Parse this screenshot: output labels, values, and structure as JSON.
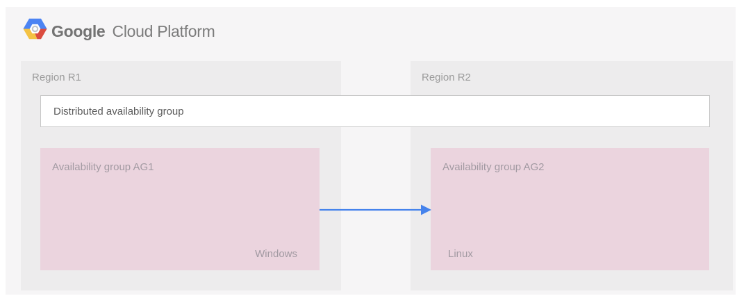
{
  "header": {
    "brand_primary": "Google",
    "brand_secondary": "Cloud Platform",
    "logo": "google-cloud-platform-hexagon-logo"
  },
  "diagram": {
    "regions": [
      {
        "label": "Region R1"
      },
      {
        "label": "Region R2"
      }
    ],
    "distributed_availability_group": {
      "label": "Distributed availability group"
    },
    "availability_groups": [
      {
        "label": "Availability group AG1",
        "os_label": "Windows"
      },
      {
        "label": "Availability group AG2",
        "os_label": "Linux"
      }
    ],
    "replication_arrow": {
      "from": "Availability group AG1",
      "to": "Availability group AG2",
      "direction": "left-to-right"
    }
  },
  "colors": {
    "canvas_background": "#f6f5f6",
    "region_background": "#edeced",
    "availability_group_background": "#ebd4de",
    "distributed_bar_border": "#c7c7c7",
    "arrow_blue": "#4583ec",
    "logo_blue": "#4c84f3",
    "logo_yellow": "#f4c243",
    "logo_red": "#db4c3f"
  }
}
